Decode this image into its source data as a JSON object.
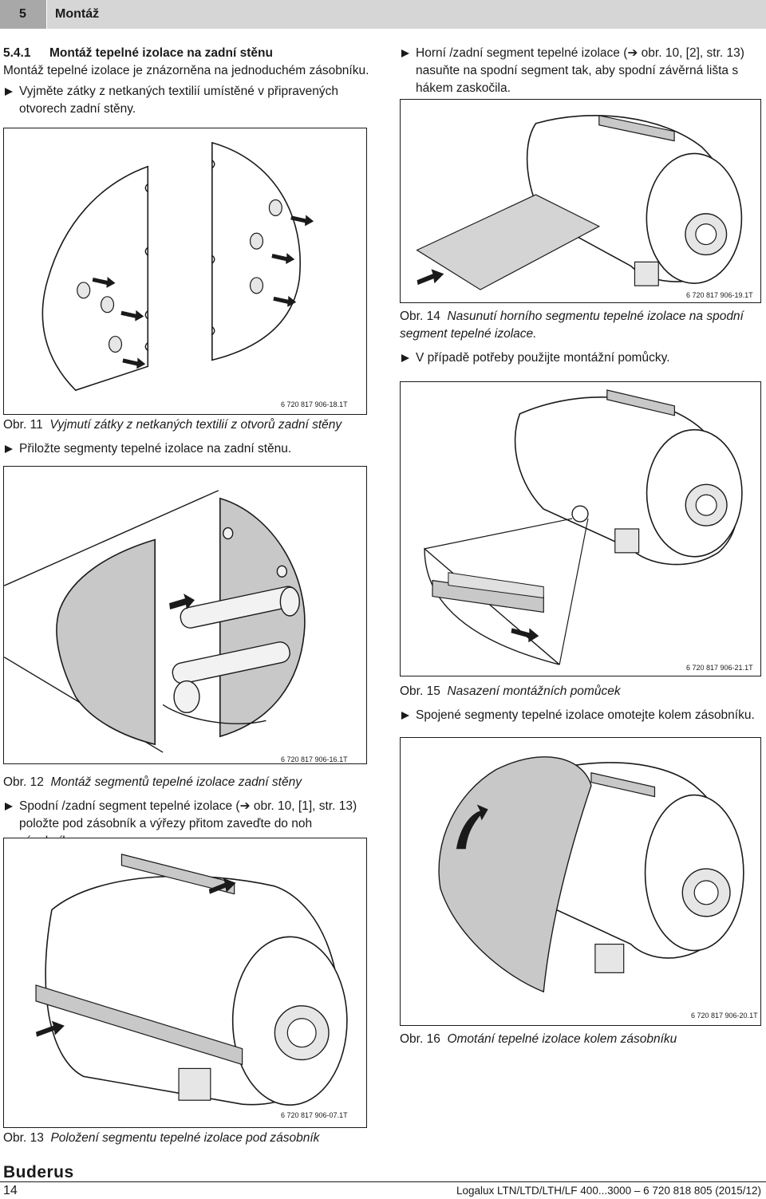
{
  "header": {
    "chapter_number": "5",
    "chapter_title": "Montáž"
  },
  "section": {
    "number": "5.4.1",
    "title": "Montáž tepelné izolace na zadní stěnu",
    "intro": "Montáž tepelné izolace je znázorněna na jednoduchém zásobníku."
  },
  "steps": {
    "remove_plugs": "Vyjměte zátky z netkaných textilií umístěné v připravených otvorech zadní stěny.",
    "attach_segments": "Přiložte segmenty tepelné izolace na zadní stěnu.",
    "lower_segment": "Spodní /zadní segment tepelné izolace (➔ obr. 10, [1], str. 13) položte pod zásobník a výřezy přitom zaveďte do noh zásobníku.",
    "upper_segment": "Horní /zadní segment tepelné izolace (➔ obr. 10, [2], str. 13) nasuňte na spodní segment tak, aby spodní závěrná lišta s hákem zaskočila.",
    "use_tools": "V případě potřeby použijte montážní pomůcky.",
    "wrap": "Spojené segmenty tepelné izolace omotejte kolem zásobníku."
  },
  "figures": {
    "fig11": {
      "obr": "Obr. 11",
      "caption": "Vyjmutí zátky z netkaných textilií z otvorů zadní stěny",
      "code": "6 720 817 906-18.1T"
    },
    "fig12": {
      "obr": "Obr. 12",
      "caption": "Montáž segmentů tepelné izolace zadní stěny",
      "code": "6 720 817 906-16.1T"
    },
    "fig13": {
      "obr": "Obr. 13",
      "caption": "Položení segmentu tepelné izolace pod zásobník",
      "code": "6 720 817 906-07.1T"
    },
    "fig14": {
      "obr": "Obr. 14",
      "caption": "Nasunutí horního segmentu tepelné izolace na spodní segment tepelné izolace.",
      "code": "6 720 817 906-19.1T"
    },
    "fig15": {
      "obr": "Obr. 15",
      "caption": "Nasazení montážních pomůcek",
      "code": "6 720 817 906-21.1T"
    },
    "fig16": {
      "obr": "Obr. 16",
      "caption": "Omotání tepelné izolace kolem zásobníku",
      "code": "6 720 817 906-20.1T"
    }
  },
  "footer": {
    "brand": "Buderus",
    "page_number": "14",
    "doc_ref": "Logalux LTN/LTD/LTH/LF 400...3000 – 6 720 818 805 (2015/12)"
  }
}
